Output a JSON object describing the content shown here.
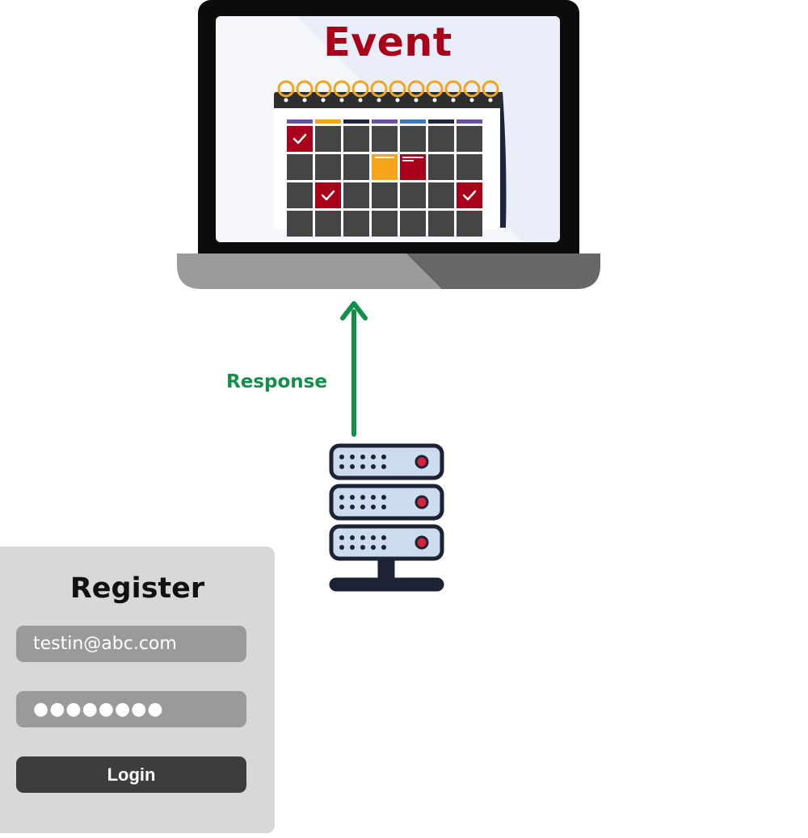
{
  "laptop": {
    "screen_title": "Event"
  },
  "flow": {
    "arrow_label": "Response"
  },
  "register": {
    "title": "Register",
    "email_value": "testin@abc.com",
    "password_value": "●●●●●●●●",
    "login_label": "Login"
  },
  "colors": {
    "event_red": "#a8001a",
    "response_green": "#148f4a"
  },
  "icons": [
    "laptop-icon",
    "calendar-icon",
    "server-icon",
    "up-arrow-icon",
    "checkmark-icon"
  ]
}
